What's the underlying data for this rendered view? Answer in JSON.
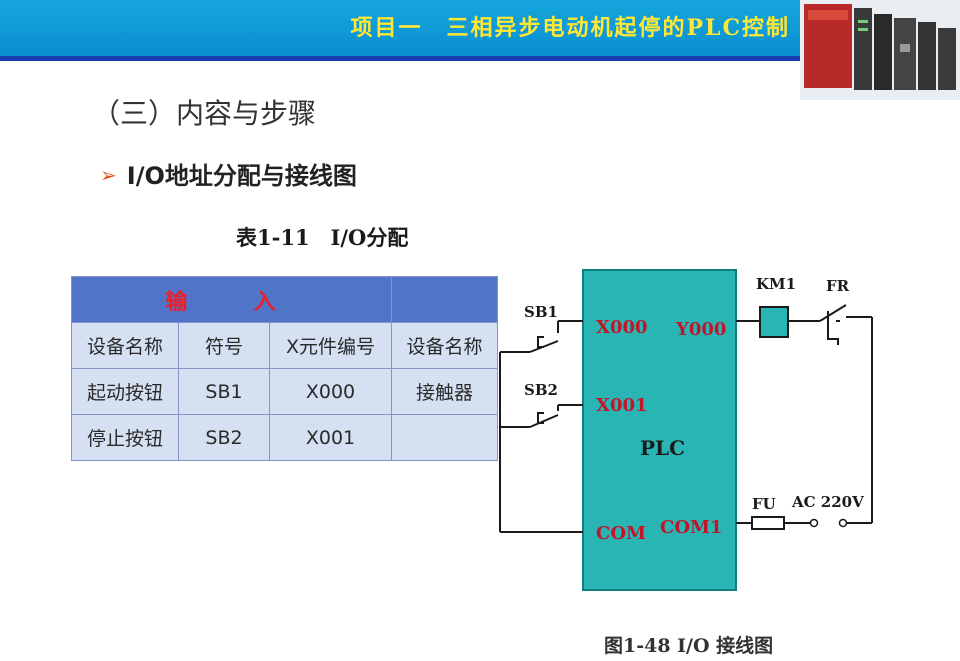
{
  "header": {
    "title": "项目一　三相异步电动机起停的PLC控制"
  },
  "section_title": "（三）内容与步骤",
  "bullet": {
    "arrow": "➢",
    "text": "I/O地址分配与接线图"
  },
  "table": {
    "caption": "表1-11　I/O分配",
    "header": "输　入",
    "columns": [
      "设备名称",
      "符号",
      "X元件编号",
      "设备名称"
    ],
    "rows": [
      [
        "起动按钮",
        "SB1",
        "X000",
        "接触器"
      ],
      [
        "停止按钮",
        "SB2",
        "X001",
        ""
      ]
    ]
  },
  "diagram": {
    "plc_label": "PLC",
    "inputs": [
      "X000",
      "X001"
    ],
    "input_com": "COM",
    "output": "Y000",
    "output_com": "COM1",
    "sb1": "SB1",
    "sb2": "SB2",
    "km": "KM1",
    "fr": "FR",
    "fu": "FU",
    "ac": "AC 220V",
    "caption": "图1-48 I/O 接线图"
  },
  "colors": {
    "header_bg": "#0a9fd6",
    "header_title": "#ffe733",
    "table_header": "#4f74c8",
    "table_cell": "#d6e0f3",
    "plc_fill": "#2ab5b5"
  }
}
